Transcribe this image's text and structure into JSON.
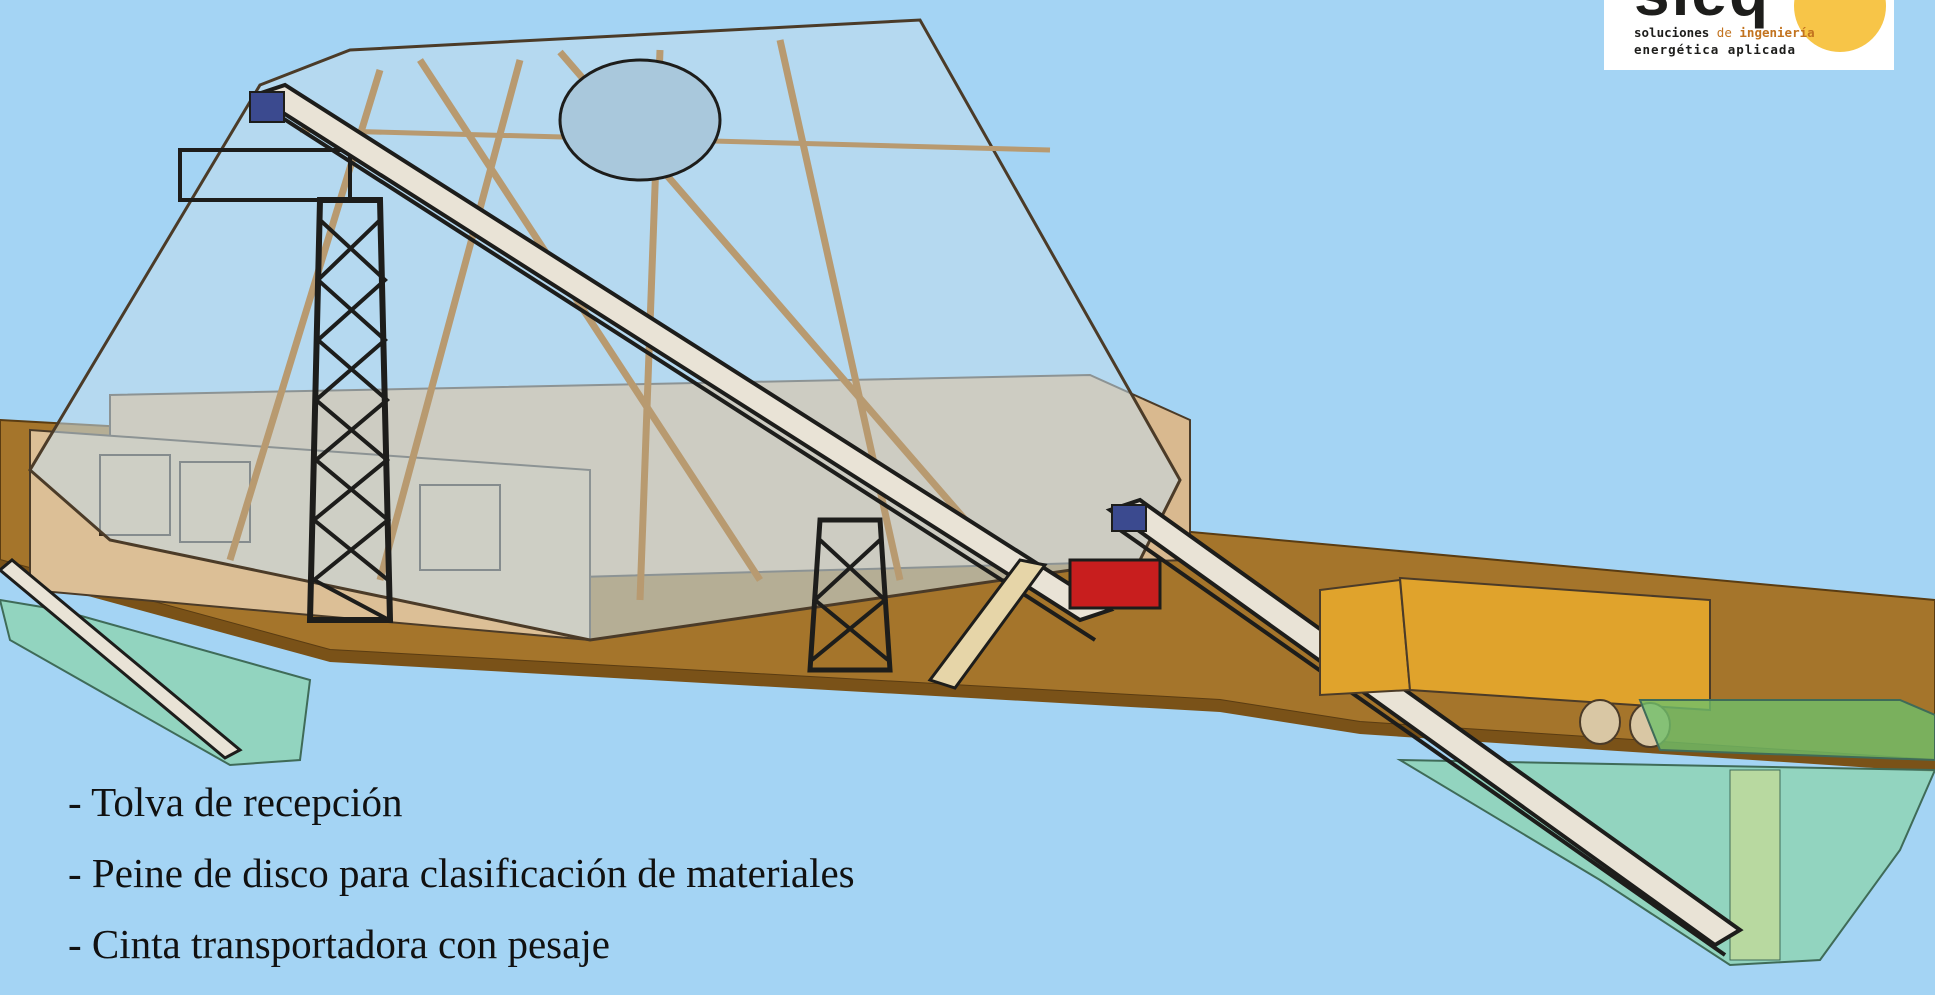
{
  "logo": {
    "wordmark": "sieq",
    "tagline_line1_part1": "soluciones",
    "tagline_line1_part2": "de",
    "tagline_line1_part3": "ingeniería",
    "tagline_line2": "energética aplicada"
  },
  "bullets": [
    "- Tolva de recepción",
    "- Peine de disco para clasificación de materiales",
    "- Cinta transportadora con pesaje"
  ],
  "colors": {
    "sky": "#a4d4f4",
    "ground": "#a5752b",
    "canopy": "#c3dcec",
    "wall": "#d9b98f",
    "truck": "#e0a32c",
    "crusher": "#c81e1e",
    "pit": "#8fd3b5",
    "logo_accent": "#f7c548"
  }
}
